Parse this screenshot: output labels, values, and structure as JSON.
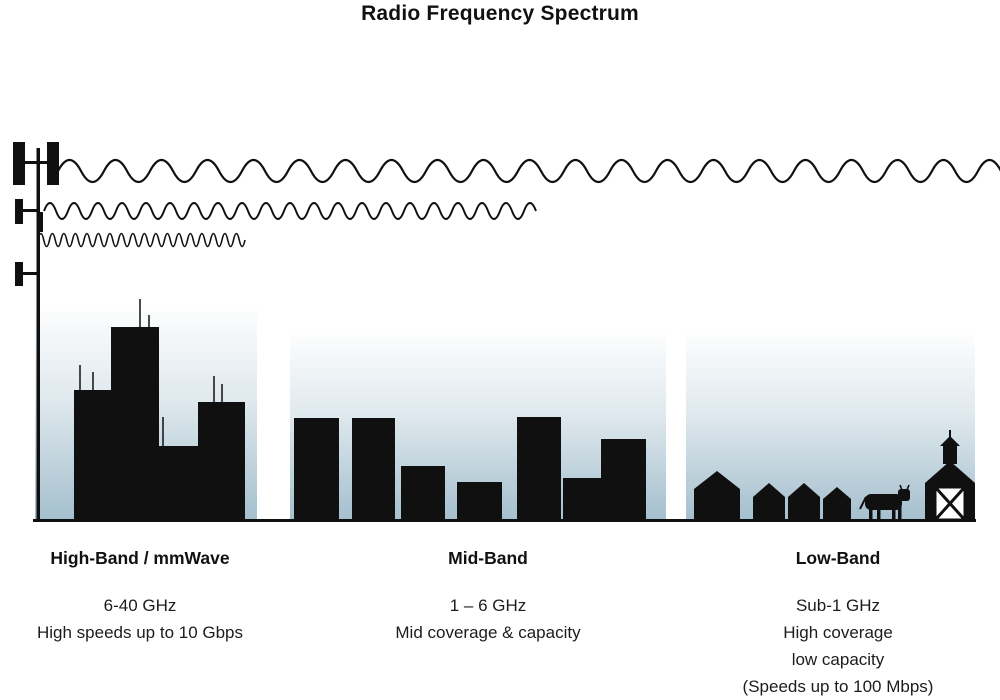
{
  "title": "Radio Frequency Spectrum",
  "bands": [
    {
      "name": "High-Band / mmWave",
      "lines": [
        "6-40 GHz",
        "High speeds up to 10 Gbps"
      ]
    },
    {
      "name": "Mid-Band",
      "lines": [
        "1 – 6 GHz",
        "Mid coverage & capacity"
      ]
    },
    {
      "name": "Low-Band",
      "lines": [
        "Sub-1 GHz",
        "High coverage",
        "low capacity",
        "(Speeds up to 100 Mbps)"
      ]
    }
  ],
  "colors": {
    "ink": "#101010",
    "sky_gradient_top": "#ffffff",
    "sky_gradient_bottom": "#a4bfcd"
  }
}
